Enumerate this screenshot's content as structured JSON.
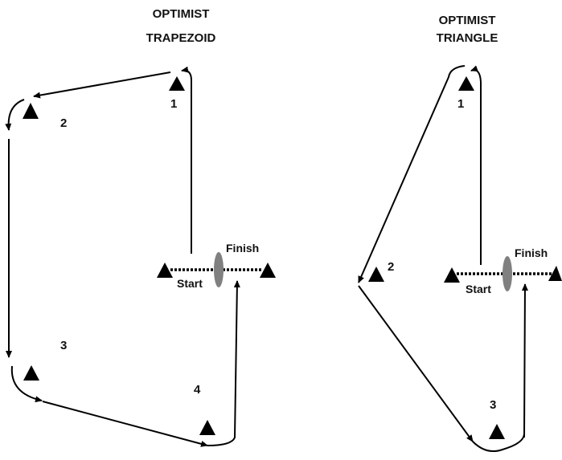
{
  "trapezoid": {
    "title_line1": "OPTIMIST",
    "title_line2": "TRAPEZOID",
    "marks": [
      "1",
      "2",
      "3",
      "4"
    ],
    "start_label": "Start",
    "finish_label": "Finish"
  },
  "triangle": {
    "title_line1": "OPTIMIST",
    "title_line2": "TRIANGLE",
    "marks": [
      "1",
      "2",
      "3"
    ],
    "start_label": "Start",
    "finish_label": "Finish"
  },
  "colors": {
    "mark": "#000000",
    "boat": "#808080",
    "line": "#000000"
  }
}
